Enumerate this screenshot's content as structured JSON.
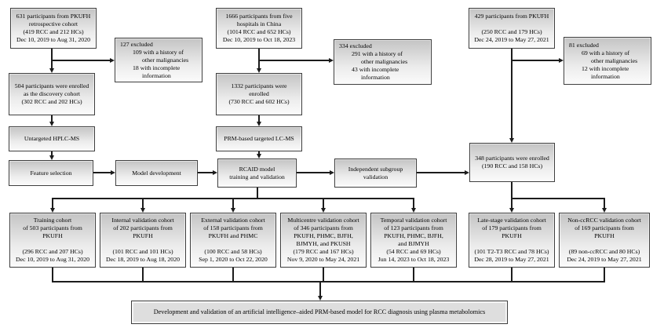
{
  "figure": {
    "boxes": {
      "retrospective_cohort": {
        "lines": [
          "631 participants from PKUFH",
          "retrospective cohort",
          "(419 RCC and 212 HCs)",
          "Dec 10, 2019 to Aug 31, 2020"
        ]
      },
      "excluded_discovery": {
        "lines": [
          "127 excluded",
          "109 with a history of",
          "other malignancies",
          "18 with incomplete",
          "information"
        ]
      },
      "discovery_cohort": {
        "lines": [
          "504 participants were enrolled",
          "as the discovery cohort",
          "(302 RCC and 202 HCs)"
        ]
      },
      "untargeted_hplc_ms": {
        "lines": [
          "Untargeted HPLC-MS"
        ]
      },
      "feature_selection": {
        "lines": [
          "Feature selection"
        ]
      },
      "model_development": {
        "lines": [
          "Model development"
        ]
      },
      "five_hospitals_cohort": {
        "lines": [
          "1666 participants from five",
          "hospitals in China",
          "(1014 RCC and 652 HCs)",
          "Dec 10, 2019 to Oct 18, 2023"
        ]
      },
      "excluded_main": {
        "lines": [
          "334 excluded",
          "291 with a history of",
          "other malignancies",
          "43 with incomplete",
          "information"
        ]
      },
      "enrolled_1332": {
        "lines": [
          "1332 participants were",
          "enrolled",
          "(730 RCC and 602 HCs)"
        ]
      },
      "prm_targeted_lc_ms": {
        "lines": [
          "PRM-based targeted LC-MS"
        ]
      },
      "rcaid_model": {
        "lines": [
          "RCAID model",
          "training and validation"
        ]
      },
      "independent_subgroup": {
        "lines": [
          "Independent subgroup",
          "validation"
        ]
      },
      "pkufh_429_cohort": {
        "lines": [
          "429 participants from PKUFH",
          "",
          "(250 RCC and 179 HCs)",
          "Dec 24, 2019 to May 27, 2021"
        ]
      },
      "excluded_subgroup": {
        "lines": [
          "81 excluded",
          "69 with a history of",
          "other malignancies",
          "12 with incomplete",
          "information"
        ]
      },
      "enrolled_348": {
        "lines": [
          "348 participants were enrolled",
          "(190 RCC and 158 HCs)"
        ]
      },
      "training_cohort": {
        "lines": [
          "Training cohort",
          "of 503 participants from",
          "PKUFH",
          "",
          "(296 RCC and 207 HCs)",
          "Dec 10, 2019 to Aug 31, 2020"
        ]
      },
      "internal_validation_cohort": {
        "lines": [
          "Internal validation cohort",
          "of 202 participants from",
          "PKUFH",
          "",
          "(101 RCC and 101 HCs)",
          "Dec 18, 2019 to Aug 18, 2020"
        ]
      },
      "external_validation_cohort": {
        "lines": [
          "External validation cohort",
          "of 158 participants from",
          "PKUFH and PHMC",
          "",
          "(100 RCC and 58 HCs)",
          "Sep 1, 2020 to Oct 22, 2020"
        ]
      },
      "multicentre_validation_cohort": {
        "lines": [
          "Multicentre validation cohort",
          "of 346 participants from",
          "PKUFH, PHMC, BJFH,",
          "BJMYH, and PKUSH",
          "(179 RCC and 167 HCs)",
          "Nov 9, 2020 to May 24, 2021"
        ]
      },
      "temporal_validation_cohort": {
        "lines": [
          "Temporal validation cohort",
          "of 123 participants from",
          "PKUFH, PHMC, BJFH,",
          "and BJMYH",
          "(54 RCC and 69 HCs)",
          "Jun 14, 2023 to Oct 18, 2023"
        ]
      },
      "late_stage_validation_cohort": {
        "lines": [
          "Late-stage validation cohort",
          "of 179 participants from",
          "PKUFH",
          "",
          "(101 T2-T3 RCC and 78 HCs)",
          "Dec 28, 2019 to May 27, 2021"
        ]
      },
      "non_ccrcc_validation_cohort": {
        "lines": [
          "Non-ccRCC validation cohort",
          "of 169 participants from",
          "PKUFH",
          "",
          "(89 non-ccRCC and 80 HCs)",
          "Dec 24, 2019 to May 27, 2021"
        ]
      },
      "conclusion": {
        "lines": [
          "Development and validation of an artificial intelligence–aided PRM-based model for RCC diagnosis using plasma metabolomics"
        ]
      }
    },
    "colors": {
      "box_border": "#3e3e3e",
      "box_fill_top": "#c4c4c4",
      "box_fill_bottom": "#fbfbfb",
      "connector": "#1c1c1c",
      "background": "#ffffff"
    }
  }
}
